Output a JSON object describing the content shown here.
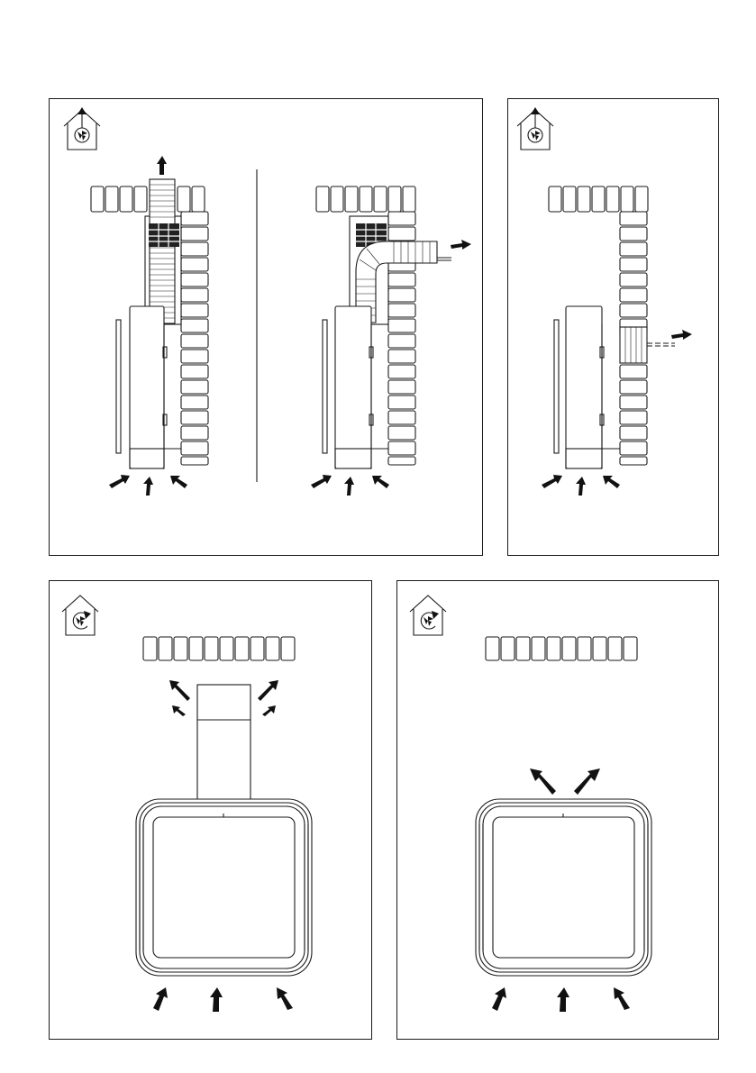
{
  "figure": {
    "panels": [
      {
        "id": "p1",
        "mode_icon": "ducted-extraction-icon",
        "variants": [
          "vertical-outlet",
          "side-outlet-with-elbow"
        ]
      },
      {
        "id": "p2",
        "mode_icon": "ducted-extraction-icon",
        "variants": [
          "rear-wall-outlet"
        ]
      },
      {
        "id": "p3",
        "mode_icon": "recirculation-icon",
        "variants": [
          "chimney-recirculation"
        ]
      },
      {
        "id": "p4",
        "mode_icon": "recirculation-icon",
        "variants": [
          "top-recirculation"
        ]
      }
    ],
    "colors": {
      "line": "#1a1a1a",
      "background": "#ffffff"
    }
  }
}
